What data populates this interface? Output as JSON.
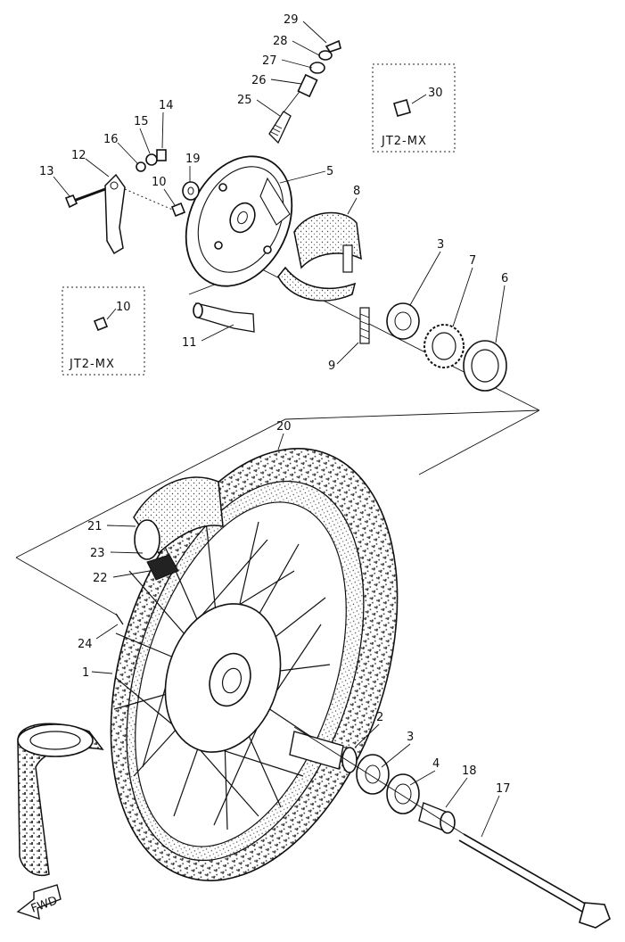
{
  "callouts": {
    "c1": "1",
    "c2": "2",
    "c3a": "3",
    "c3b": "3",
    "c4": "4",
    "c5": "5",
    "c6": "6",
    "c7": "7",
    "c8": "8",
    "c9": "9",
    "c10a": "10",
    "c10b": "10",
    "c11": "11",
    "c12": "12",
    "c13": "13",
    "c14": "14",
    "c15": "15",
    "c16": "16",
    "c17": "17",
    "c18": "18",
    "c19": "19",
    "c20": "20",
    "c21": "21",
    "c22": "22",
    "c23": "23",
    "c24": "24",
    "c25": "25",
    "c26": "26",
    "c27": "27",
    "c28": "28",
    "c29": "29",
    "c30": "30"
  },
  "variant_boxes": {
    "top_right": "JT2-MX",
    "left": "JT2-MX"
  },
  "fwd_label": "FWD"
}
